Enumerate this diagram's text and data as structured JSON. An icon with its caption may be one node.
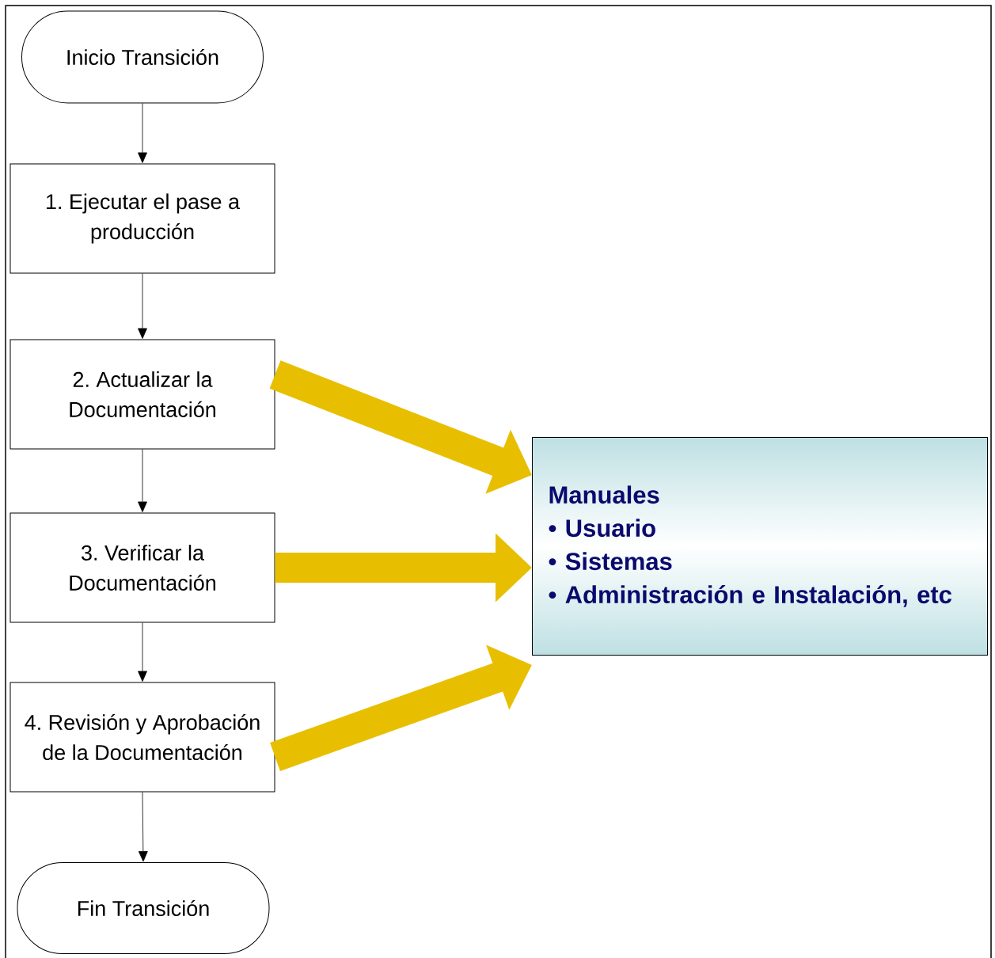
{
  "diagram": {
    "nodes": [
      {
        "text": [
          "Inicio Transición"
        ]
      },
      {
        "text": [
          "1. Ejecutar el pase a producción"
        ]
      },
      {
        "text": [
          "2. Actualizar la Documentación"
        ]
      },
      {
        "text": [
          "3. Verificar la Documentación"
        ]
      },
      {
        "text": [
          "4. Revisión y Aprobación de la Documentación"
        ]
      },
      {
        "text": [
          "Fin Transición"
        ]
      },
      {
        "text": [
          "Manuales",
          "• Usuario",
          "• Sistemas",
          "• Administración e Instalación, etc"
        ]
      }
    ],
    "edges": [
      {
        "from": 0,
        "to": 1,
        "arrow": "to"
      },
      {
        "from": 1,
        "to": 2,
        "arrow": "to"
      },
      {
        "from": 2,
        "to": 3,
        "arrow": "to"
      },
      {
        "from": 3,
        "to": 4,
        "arrow": "to"
      },
      {
        "from": 4,
        "to": 5,
        "arrow": "to"
      },
      {
        "from": 2,
        "to": 6,
        "arrow": "to",
        "style": "thick",
        "color": "#e8bf00"
      },
      {
        "from": 3,
        "to": 6,
        "arrow": "to",
        "style": "thick",
        "color": "#e8bf00"
      },
      {
        "from": 4,
        "to": 6,
        "arrow": "to",
        "style": "thick",
        "color": "#e8bf00"
      }
    ]
  }
}
